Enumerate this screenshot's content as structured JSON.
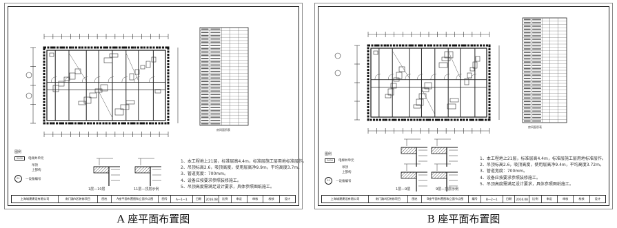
{
  "panels": [
    {
      "id": "a",
      "label": "A 座平面布置图",
      "notes": [
        "1、本工程地上21层，标准层高4.4m，标准层施工层用地标准层作。",
        "2、吊顶标高2.6，吸顶高度，使用层高净9.9m，平均高度3.7m。",
        "3、管道宽度：700mm。",
        "4、设备应按要求参照装修施工。",
        "5、吊顶高度需满足设计要求，具体参照图纸施工。"
      ],
      "section_labels": [
        "1层—10层",
        "11层—顶层示例"
      ],
      "legend_title": "图例",
      "legend": [
        "电梯井单元",
        "吊顶",
        "上部构",
        "—设备编号"
      ],
      "legend_box": "2000",
      "legend_circle": "01",
      "title_block": [
        "上海城建建设有限公司",
        "南门路A区装修项目",
        "图名",
        "A座平面布置图和立面节点图",
        "图号",
        "A—1—1",
        "日期",
        "2016.08",
        "比例",
        "审定",
        "审核",
        "校核",
        "设计"
      ],
      "table_caption": "房间面积表"
    },
    {
      "id": "b",
      "label": "B 座平面布置图",
      "notes": [
        "1、本工程地上21层，标准层高4.4m，标准层施工层用地标准层作。",
        "2、吊顶标高2.6，吸顶高度，使用层高净9.4m，平均高度3.72m。",
        "3、管道宽度：700mm。",
        "4、设备应按要求参照装修施工。",
        "5、吊顶高度需满足设计要求，具体参照图纸施工。"
      ],
      "section_labels": [
        "1层—9层",
        "9层—顶层示例"
      ],
      "legend_title": "图例",
      "legend": [
        "电梯井单元",
        "吊顶",
        "上部构",
        "—设备编号"
      ],
      "legend_box": "2000",
      "legend_circle": "01",
      "title_block": [
        "上海城建建设有限公司",
        "南门路A区装修项目",
        "图名",
        "B座平面布置图和立面节点图",
        "编号",
        "B—2—1",
        "日期",
        "2016.08",
        "比例",
        "审定",
        "审核",
        "校核",
        "设计"
      ],
      "table_caption": "房间面积表"
    }
  ]
}
